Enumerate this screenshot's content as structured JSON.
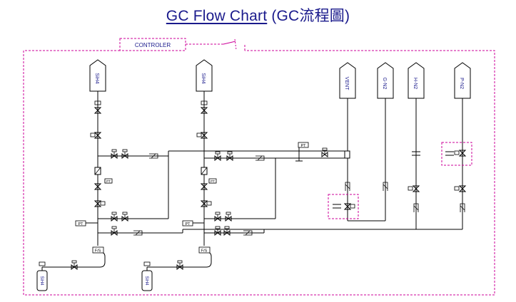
{
  "title": {
    "main": "GC Flow Chart",
    "sub": "(GC流程圖)"
  },
  "colors": {
    "title": "#1a1a8c",
    "line": "#000000",
    "dash": "#cc0099",
    "label": "#1a1a8c"
  },
  "controller_label": "CONTROLER",
  "top_tanks": [
    {
      "label": "SiH4"
    },
    {
      "label": "SiH4"
    },
    {
      "label": "VENT"
    },
    {
      "label": "G-N2"
    },
    {
      "label": "H-N2"
    },
    {
      "label": "P-N2"
    }
  ],
  "bottom_cylinders": [
    {
      "label": "SiH4"
    },
    {
      "label": "SiH4"
    }
  ],
  "gauges": [
    {
      "label": "PT"
    },
    {
      "label": "PT"
    },
    {
      "label": "PT"
    },
    {
      "label": "PT"
    },
    {
      "label": "PT"
    }
  ],
  "regulators": [
    {
      "label": "F/S"
    },
    {
      "label": "F/S"
    }
  ]
}
